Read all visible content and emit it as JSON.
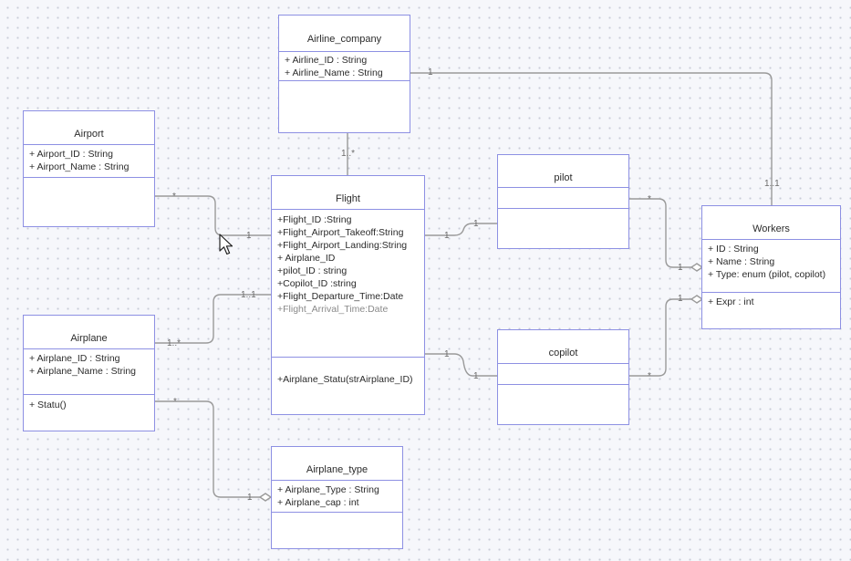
{
  "classes": {
    "airline_company": {
      "name": "Airline_company",
      "attributes": [
        "+ Airline_ID : String",
        "+ Airline_Name : String"
      ],
      "methods": []
    },
    "airport": {
      "name": "Airport",
      "attributes": [
        "+ Airport_ID : String",
        "+ Airport_Name : String"
      ],
      "methods": []
    },
    "flight": {
      "name": "Flight",
      "attributes": [
        "+Flight_ID :String",
        "+Flight_Airport_Takeoff:String",
        "+Flight_Airport_Landing:String",
        "+ Airplane_ID",
        "+pilot_ID : string",
        "+Copilot_ID :string",
        "+Flight_Departure_Time:Date",
        "+Flight_Arrival_Time:Date"
      ],
      "methods": [
        "+Airplane_Statu(strAirplane_ID)"
      ]
    },
    "pilot": {
      "name": "pilot",
      "attributes": [],
      "methods": []
    },
    "copilot": {
      "name": "copilot",
      "attributes": [],
      "methods": []
    },
    "workers": {
      "name": "Workers",
      "attributes": [
        "+ ID : String",
        "+ Name : String",
        "+ Type: enum (pilot, copilot)"
      ],
      "methods": [
        "+ Expr : int"
      ]
    },
    "airplane": {
      "name": "Airplane",
      "attributes": [
        "+ Airplane_ID : String",
        "+ Airplane_Name : String"
      ],
      "methods": [
        "+ Statu()"
      ]
    },
    "airplane_type": {
      "name": "Airplane_type",
      "attributes": [
        "+ Airplane_Type : String",
        "+ Airplane_cap : int"
      ],
      "methods": []
    }
  },
  "multiplicities": {
    "airline_company_workers_a": "1",
    "airline_company_workers_b": "1..1",
    "airline_company_flight": "1..*",
    "airport_flight_a": "*",
    "airport_flight_b": "1",
    "flight_pilot_a": "1",
    "flight_pilot_b": "1",
    "pilot_workers_a": "*",
    "pilot_workers_b": "1",
    "airplane_flight_a": "1..*",
    "airplane_flight_b": "1..1",
    "flight_copilot_a": "1",
    "flight_copilot_b": "1",
    "copilot_workers_a": "*",
    "copilot_workers_b": "1",
    "airplane_type_a": "*",
    "airplane_type_b": "1"
  },
  "colors": {
    "box_border": "#8d90e3",
    "connector": "#9a9a9a",
    "text": "#2b2b2b",
    "muted_text": "#8a8a8a"
  },
  "icons": {
    "cursor": "mouse-pointer-icon"
  }
}
